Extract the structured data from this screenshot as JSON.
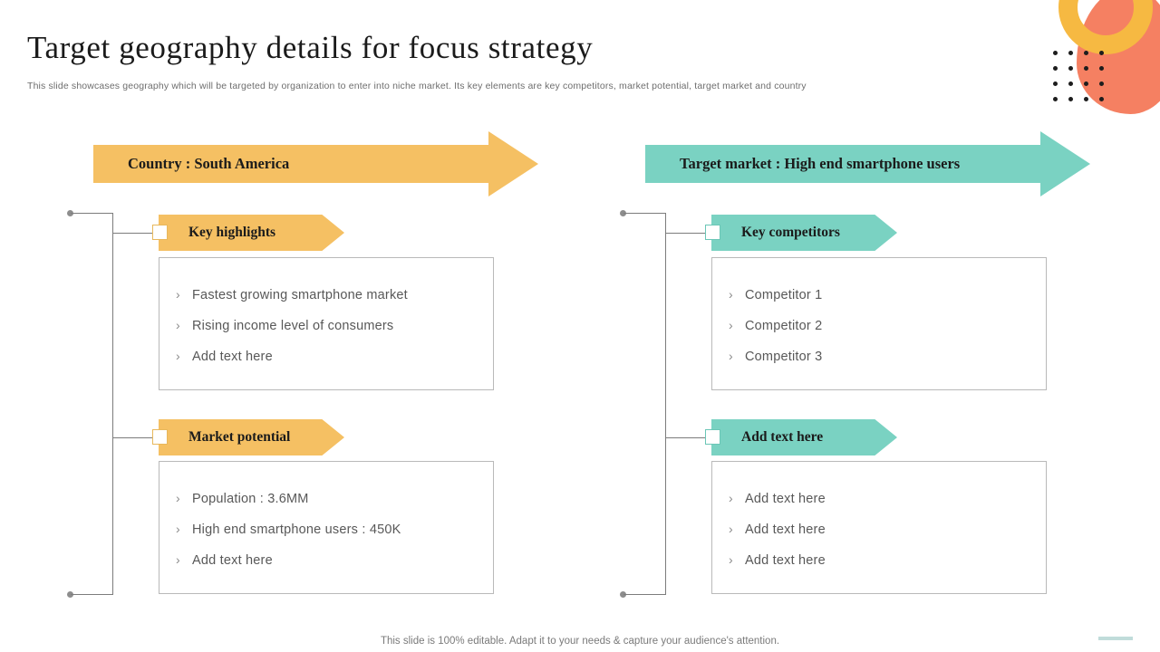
{
  "slide": {
    "title": "Target geography details for focus strategy",
    "subtitle": "This slide showcases geography which will be targeted by organization to enter into niche market. Its key elements are key competitors, market potential, target market and country",
    "footer": "This slide is 100% editable. Adapt it to your needs & capture your audience's attention."
  },
  "colors": {
    "amber": "#F5C063",
    "teal": "#7AD2C2",
    "coral": "#F58062",
    "ring_yellow": "#F6B942",
    "connector_gray": "#7C7C7C",
    "body_text": "#585858"
  },
  "decoration": {
    "ring": "ring-shape",
    "blob": "blob-shape",
    "dot_grid": "dot-grid",
    "accent_line": "accent-line"
  },
  "columns": [
    {
      "banner": "Country : South America",
      "theme": "amber",
      "sections": [
        {
          "tag": "Key highlights",
          "bullets": [
            "Fastest growing smartphone market",
            "Rising income level of consumers",
            "Add text here"
          ]
        },
        {
          "tag": "Market potential",
          "bullets": [
            "Population : 3.6MM",
            "High end smartphone users : 450K",
            "Add text here"
          ]
        }
      ]
    },
    {
      "banner": "Target market : High end smartphone users",
      "theme": "teal",
      "sections": [
        {
          "tag": "Key competitors",
          "bullets": [
            "Competitor 1",
            "Competitor 2",
            "Competitor 3"
          ]
        },
        {
          "tag": "Add text here",
          "bullets": [
            "Add text here",
            "Add text here",
            "Add text here"
          ]
        }
      ]
    }
  ],
  "bullet_glyph": "›"
}
